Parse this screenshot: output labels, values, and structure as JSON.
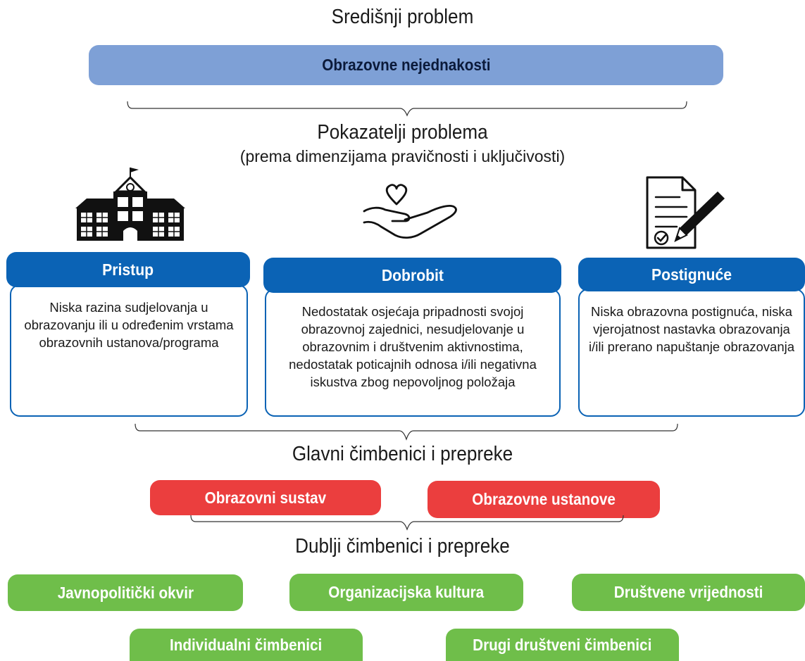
{
  "central_problem": {
    "heading": "Središnji problem",
    "box_label": "Obrazovne nejednakosti"
  },
  "indicators": {
    "heading": "Pokazatelji problema",
    "subheading": "(prema dimenzijama pravičnosti i uključivosti)",
    "cards": [
      {
        "icon": "school-building-icon",
        "title": "Pristup",
        "text": "Niska razina sudjelovanja u obrazovanju ili u određenim vrstama obrazovnih ustanova/programa"
      },
      {
        "icon": "heart-hand-icon",
        "title": "Dobrobit",
        "text": "Nedostatak osjećaja pripadnosti svojoj obrazovnoj zajednici, nesudjelovanje u obrazovnim i društvenim aktivnostima, nedostatak poticajnih odnosa i/ili negativna iskustva zbog nepovoljnog položaja"
      },
      {
        "icon": "document-pen-icon",
        "title": "Postignuće",
        "text": "Niska obrazovna postignuća, niska vjerojatnost nastavka obrazovanja i/ili prerano napuštanje obrazovanja"
      }
    ]
  },
  "main_factors": {
    "heading": "Glavni čimbenici i prepreke",
    "items": [
      "Obrazovni sustav",
      "Obrazovne ustanove"
    ]
  },
  "deeper_factors": {
    "heading": "Dublji čimbenici i prepreke",
    "items": [
      "Javnopolitički okvir",
      "Organizacijska kultura",
      "Društvene vrijednosti",
      "Individualni čimbenici",
      "Drugi društveni čimbenici"
    ]
  },
  "colors": {
    "central": "#7ea0d6",
    "card_blue": "#0b63b5",
    "main_red": "#eb3e3e",
    "deeper_green": "#6fbe4a"
  }
}
